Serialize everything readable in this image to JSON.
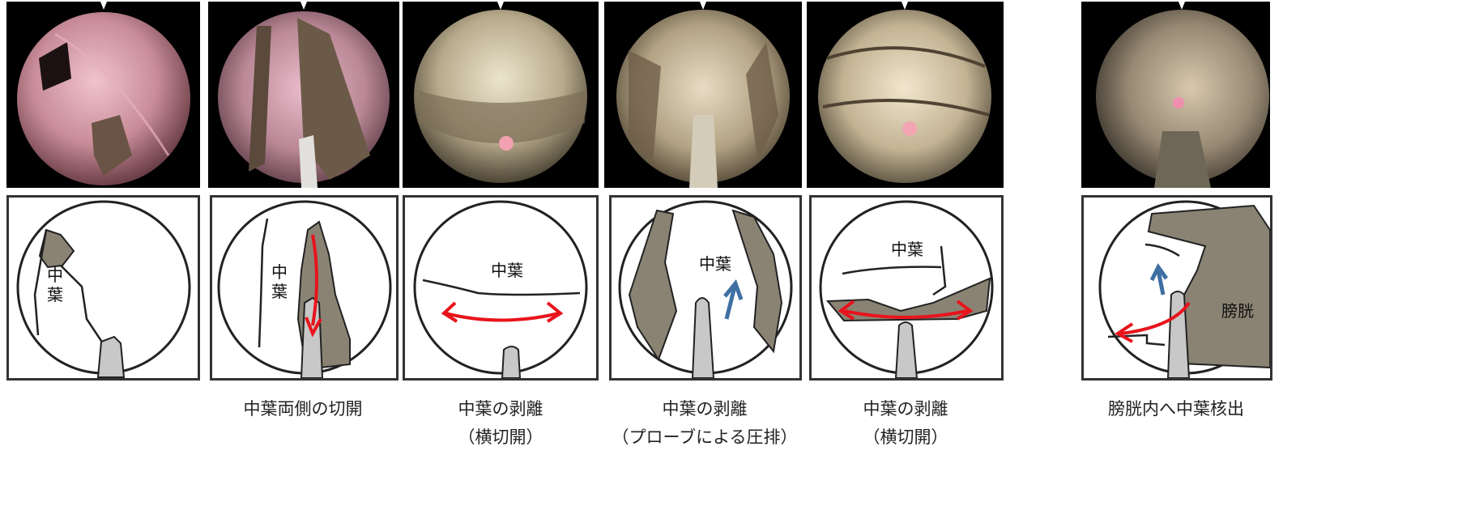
{
  "colors": {
    "tissue": "#8a8374",
    "outline": "#222222",
    "probe": "#c8c8c8",
    "cut_arrow": "#e8141c",
    "push_arrow": "#3f6fa3",
    "frame": "#333333"
  },
  "panels": [
    {
      "scene": "pink",
      "sketch": "s1",
      "labels": {
        "lobe": "中葉"
      },
      "caption": []
    },
    {
      "scene": "pink-cut",
      "sketch": "s2",
      "labels": {
        "lobe": "中葉"
      },
      "caption": [
        "中葉両側の切開"
      ]
    },
    {
      "scene": "tan",
      "sketch": "s3",
      "labels": {
        "lobe": "中葉"
      },
      "caption": [
        "中葉の剥離",
        "（横切開）"
      ]
    },
    {
      "scene": "tan",
      "sketch": "s4",
      "labels": {
        "lobe": "中葉"
      },
      "caption": [
        "中葉の剥離",
        "（プローブによる圧排）"
      ]
    },
    {
      "scene": "tan-bright",
      "sketch": "s5",
      "labels": {
        "lobe": "中葉"
      },
      "caption": [
        "中葉の剥離",
        "（横切開）"
      ]
    },
    {
      "scene": "tan-dark",
      "sketch": "s6",
      "labels": {
        "bladder": "膀胱"
      },
      "caption": [
        "膀胱内へ中葉核出"
      ]
    }
  ]
}
